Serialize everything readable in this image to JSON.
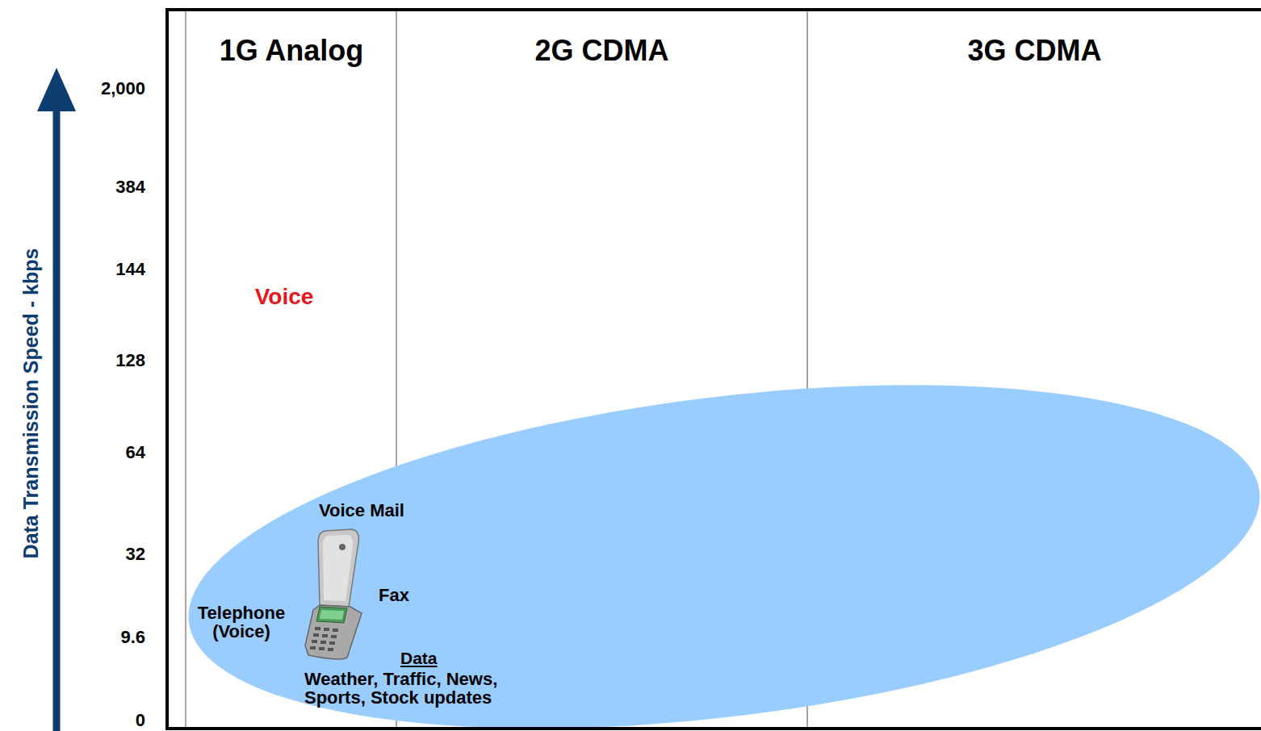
{
  "diagram": {
    "nodes": [
      {
        "text": [
          "1G Analog"
        ]
      },
      {
        "text": [
          "2G CDMA"
        ]
      },
      {
        "text": [
          "3G CDMA"
        ]
      },
      {
        "text": [
          "Telephone (Voice)",
          "Voice Mail",
          "Fax",
          "Data",
          "Weather, Traffic, News, Sports, Stock updates"
        ]
      }
    ],
    "labels": [
      "Data Transmission Speed - kbps",
      "2,000",
      "384",
      "144",
      "128",
      "64",
      "32",
      "9.6",
      "0",
      "Voice"
    ]
  }
}
